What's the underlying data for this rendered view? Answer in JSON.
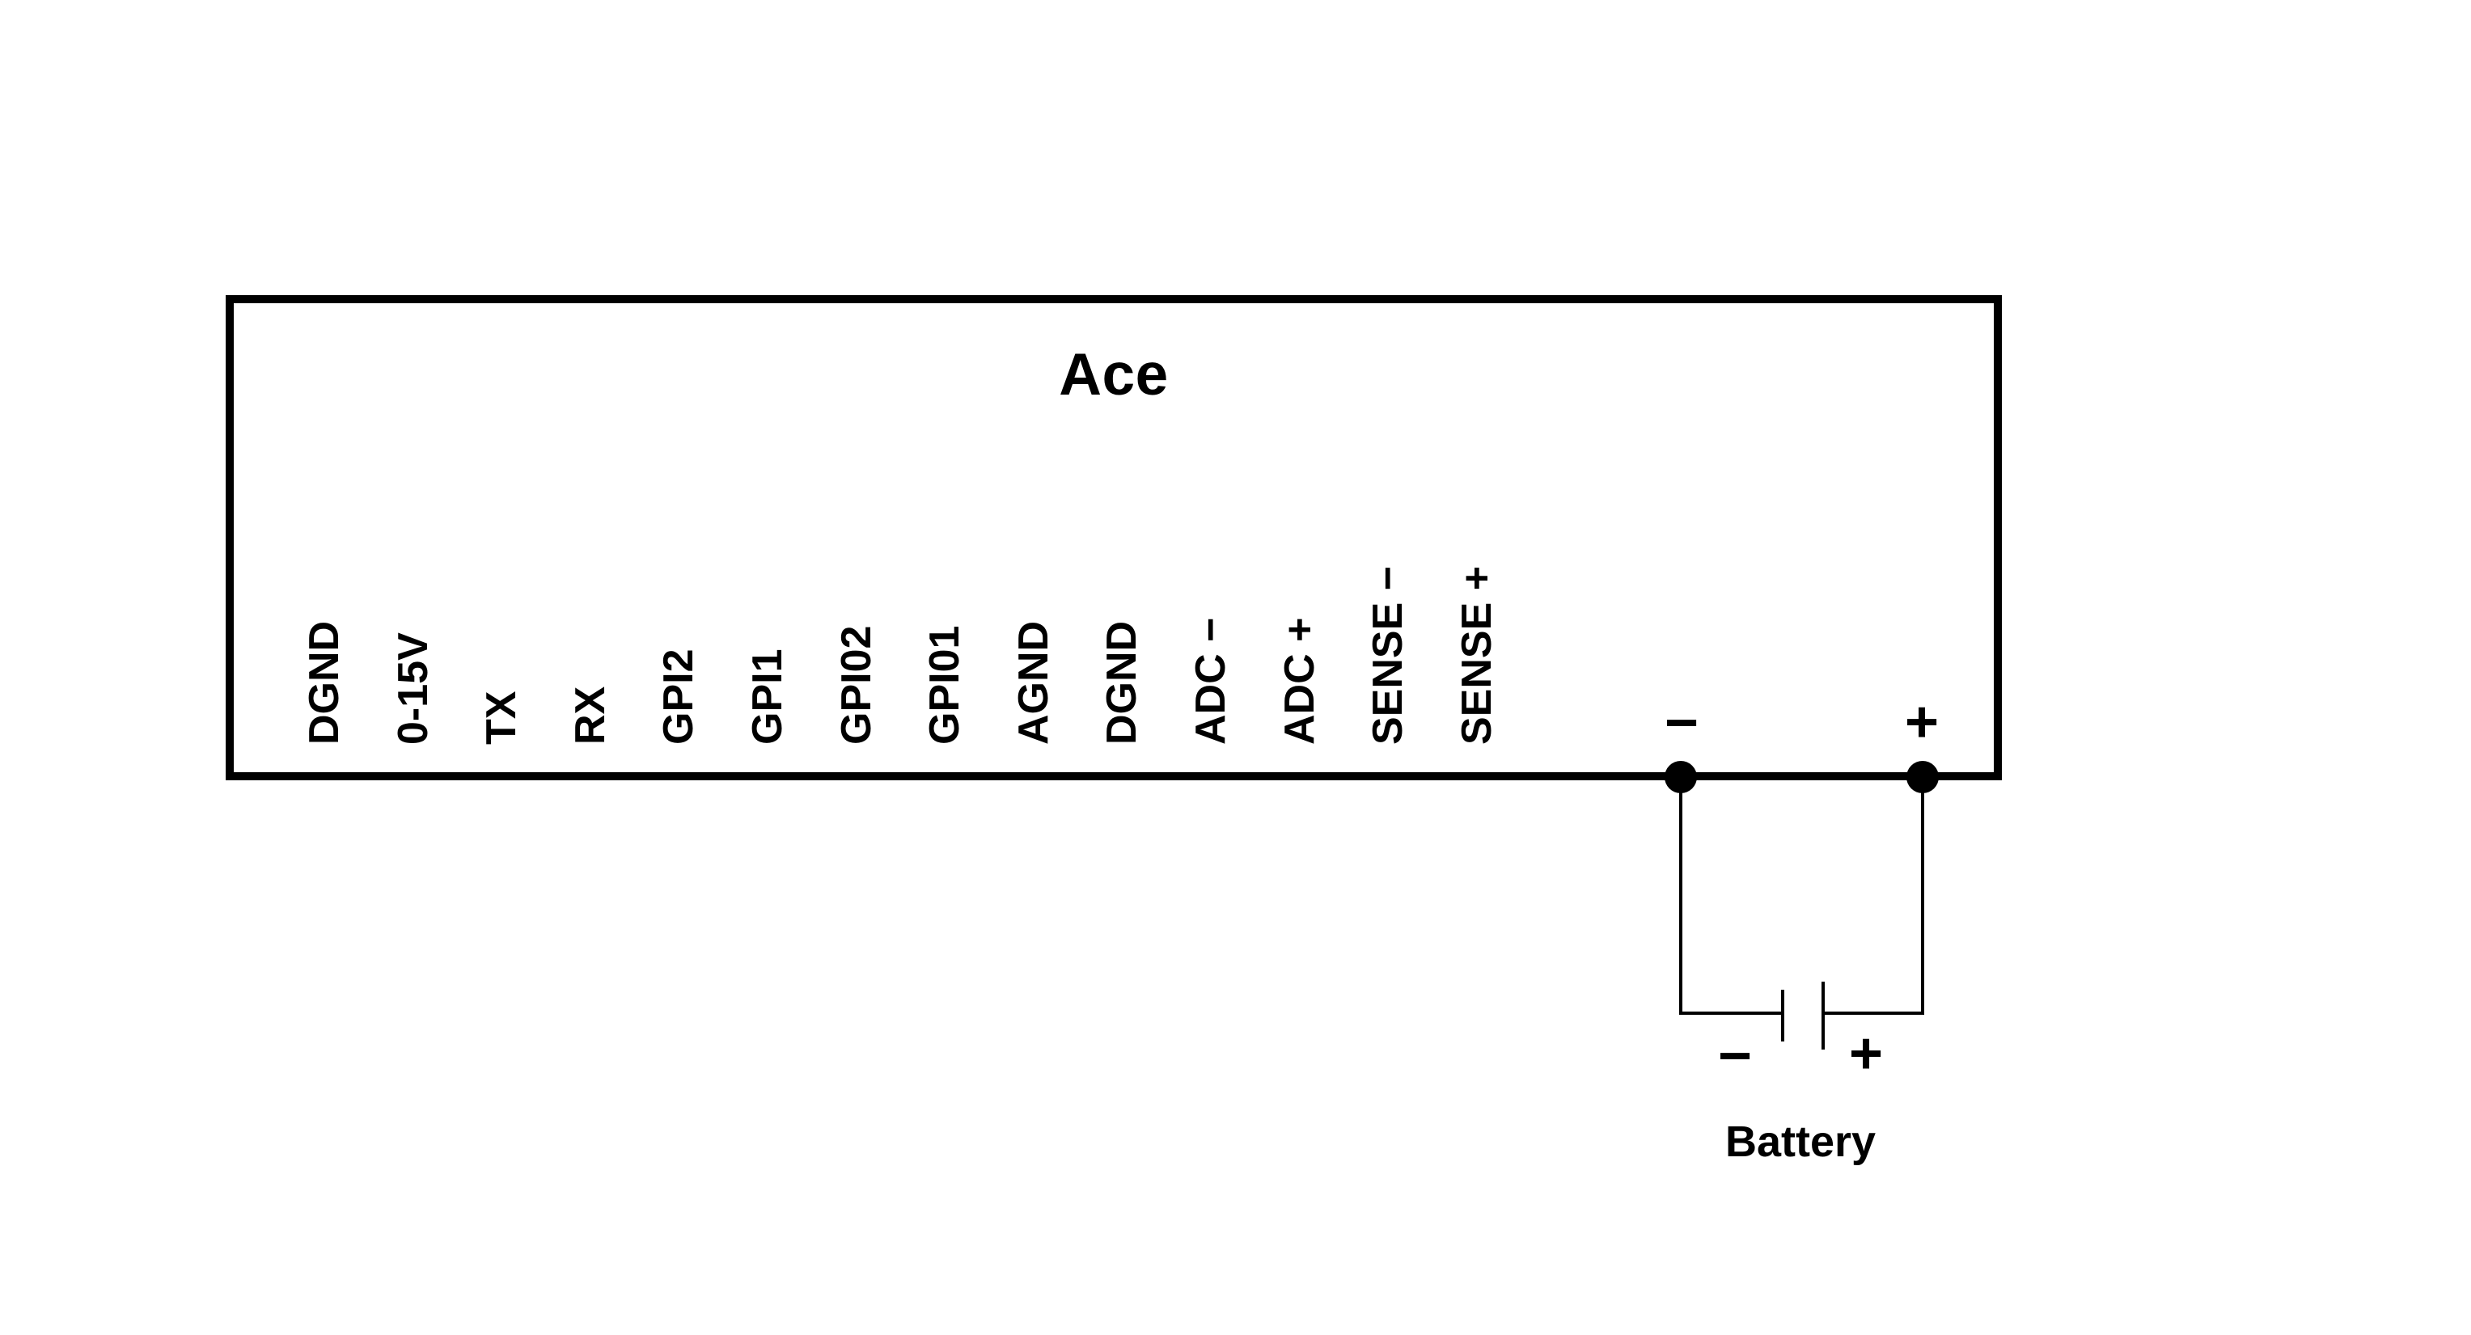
{
  "diagram": {
    "title": "Ace",
    "pins": [
      "DGND",
      "0-15V",
      "TX",
      "RX",
      "GPI2",
      "GPI1",
      "GPI02",
      "GPI01",
      "AGND",
      "DGND",
      "ADC −",
      "ADC +",
      "SENSE −",
      "SENSE +"
    ],
    "terminals": {
      "negative": "−",
      "positive": "+"
    },
    "battery": {
      "negative": "−",
      "positive": "+",
      "label": "Battery"
    },
    "colors": {
      "line": "#000000",
      "background": "#ffffff"
    }
  }
}
